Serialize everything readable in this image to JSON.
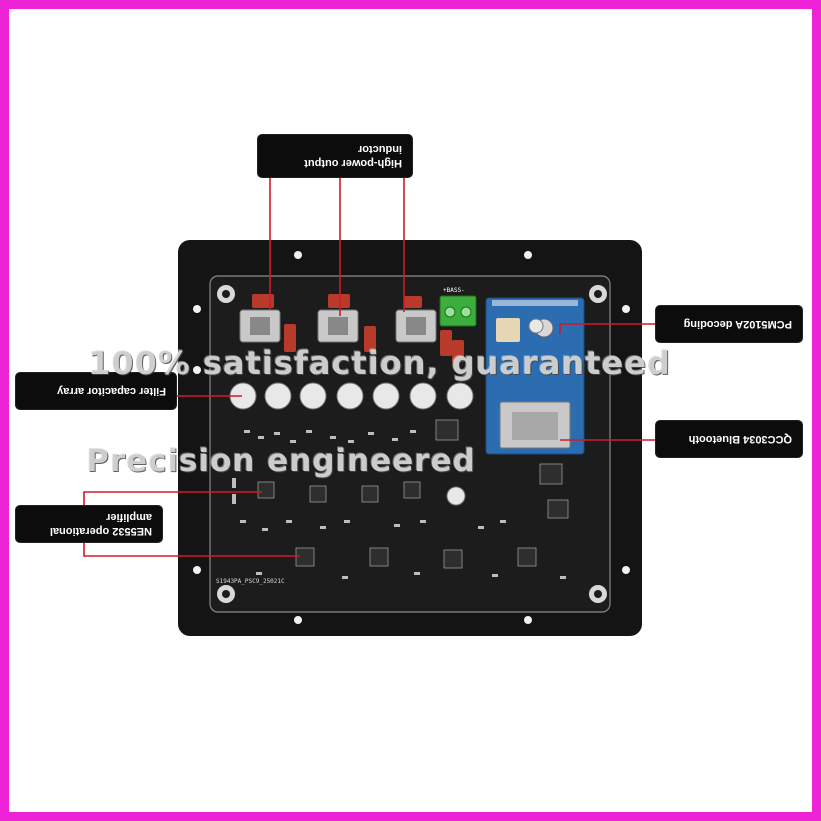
{
  "colors": {
    "frame": "#ee22d6",
    "board": "#141414",
    "leader": "#d11a2a",
    "callout_bg": "#0c0c0c",
    "bt_module": "#2b6db0",
    "terminal": "#3cae3c"
  },
  "callouts": {
    "inductor": "High-power output inductor",
    "pcm": "PCM5102A decoding",
    "filter": "Filter capacitor array",
    "bluetooth": "QCC3034 Bluetooth",
    "opamp": "NE5532 operational amplifier"
  },
  "overlay": {
    "line1": "100% satisfaction, guaranteed",
    "line2": "Precision engineered"
  },
  "pcb_labels": {
    "terminal": "+BASS-",
    "serial": "S1943PA_PSC9_25021C"
  }
}
